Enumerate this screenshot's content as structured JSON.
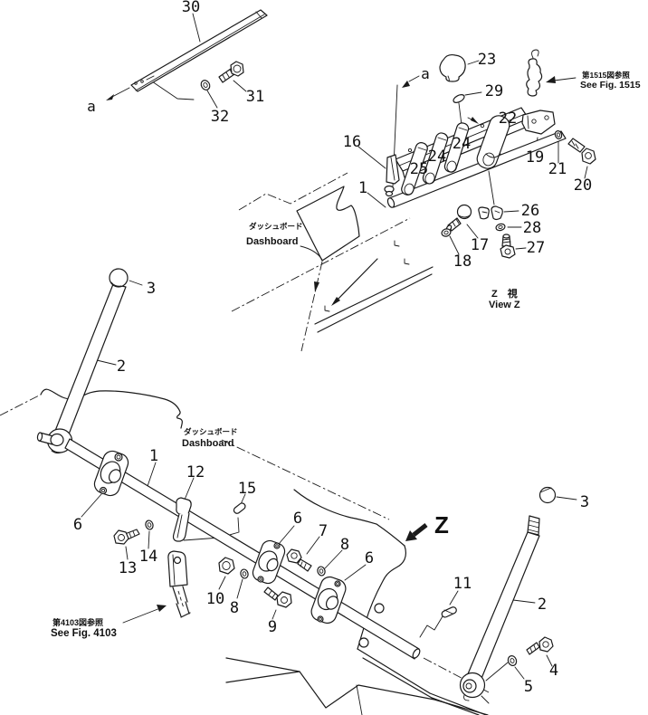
{
  "figure": {
    "kind": "exploded-parts-diagram",
    "background_color": "#ffffff",
    "line_color": "#1a1a1a"
  },
  "callouts": {
    "c30": "30",
    "c31": "31",
    "c32": "32",
    "c23": "23",
    "c29": "29",
    "c22": "22",
    "c16": "16",
    "c1_assembly": "1",
    "c24_upper": "24",
    "c24_lower": "24",
    "c25": "25",
    "c19": "19",
    "c21": "21",
    "c20": "20",
    "c26": "26",
    "c28": "28",
    "c27": "27",
    "c17": "17",
    "c18": "18",
    "c3_left": "3",
    "c2_left": "2",
    "c1_main": "1",
    "c12": "12",
    "c15": "15",
    "c6_left": "6",
    "c13": "13",
    "c14": "14",
    "c10": "10",
    "c8_left": "8",
    "c6_mid": "6",
    "c7": "7",
    "c8_mid": "8",
    "c9": "9",
    "c6_right": "6",
    "c11": "11",
    "c3_right": "3",
    "c2_right": "2",
    "c5": "5",
    "c4": "4"
  },
  "annotations": {
    "section_a_top": "a",
    "section_a_assembly": "a",
    "view_arrow": "Z",
    "view_z": {
      "jp": "Z　視",
      "en": "View Z"
    },
    "dashboard_upper": {
      "jp": "ダッシュボード",
      "en": "Dashboard"
    },
    "dashboard_lower": {
      "jp": "ダッシュボード",
      "en": "Dashboard"
    },
    "fig1515": {
      "jp": "第1515図参照",
      "en": "See Fig. 1515"
    },
    "fig4103": {
      "jp": "第4103図参照",
      "en": "See Fig. 4103"
    }
  }
}
